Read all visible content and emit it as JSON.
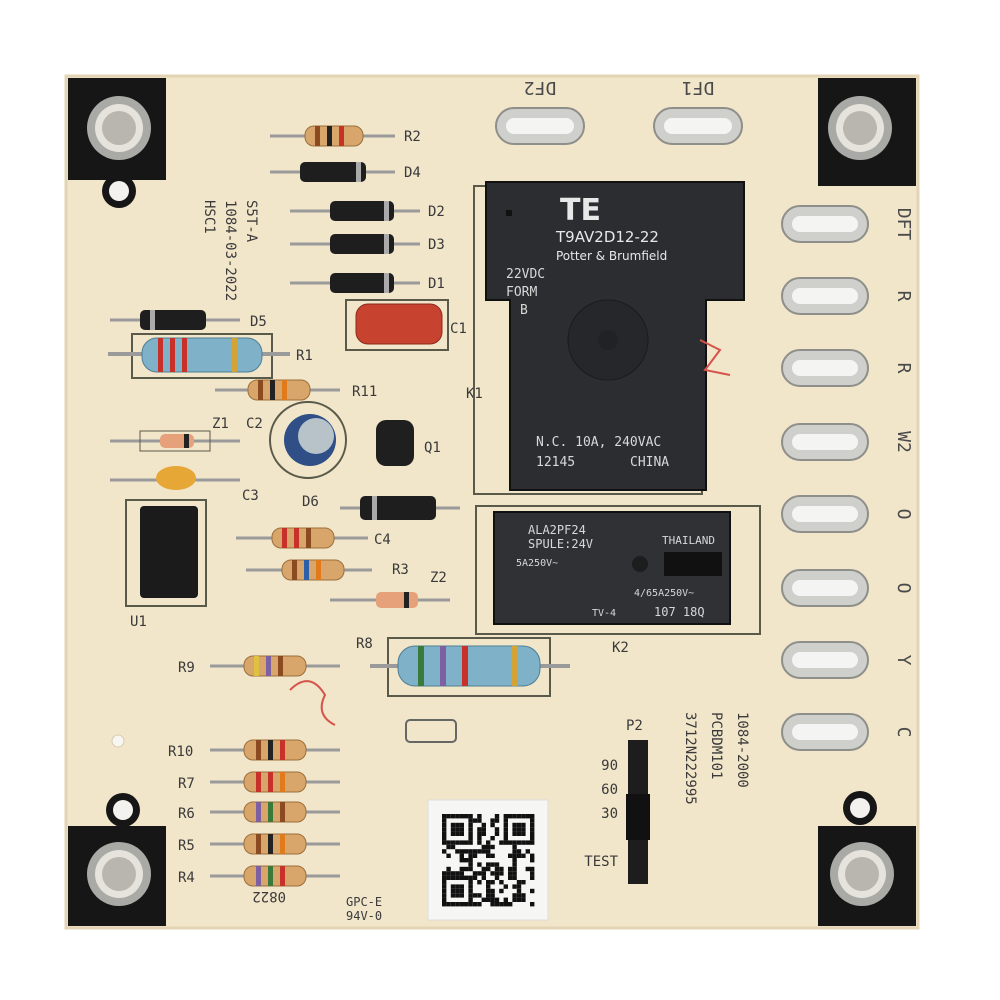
{
  "board": {
    "colors": {
      "pcb": "#f2e6cc",
      "mask_dark": "#161616",
      "relay": "#2b2d30",
      "pin": "#b9bcbe"
    },
    "side_text": [
      "HSC1",
      "1084-03-2022",
      "S5T-A"
    ],
    "right_text": [
      "1084-2000",
      "PCBDM101",
      "3712N222995"
    ],
    "bottom_code": "0822",
    "bottom_note": [
      "GPC-E",
      "94V-0"
    ]
  },
  "terminals": {
    "top": [
      "DF2",
      "DF1"
    ],
    "right": [
      "DFT",
      "R",
      "R",
      "W2",
      "O",
      "O",
      "Y",
      "C"
    ]
  },
  "components": {
    "labels": [
      "R2",
      "D4",
      "D2",
      "D3",
      "D1",
      "D5",
      "R1",
      "C1",
      "R11",
      "Z1",
      "C2",
      "Q1",
      "C3",
      "D6",
      "C4",
      "R3",
      "Z2",
      "U1",
      "R8",
      "R9",
      "R10",
      "R7",
      "R6",
      "R5",
      "R4",
      "K1",
      "K2"
    ]
  },
  "relay_k1": {
    "brand": "TE",
    "model": "T9AV2D12-22",
    "maker": "Potter & Brumfield",
    "voltage": "22VDC",
    "form1": "FORM",
    "form2": "B",
    "rating": "N.C. 10A, 240VAC",
    "code": "12145",
    "origin": "CHINA"
  },
  "relay_k2": {
    "model": "ALA2PF24",
    "spule": "SPULE:24V",
    "origin": "THAILAND",
    "rating1": "5A250V~",
    "rating2": "4/65A250V~",
    "tv": "TV-4",
    "code": "107 18Q"
  },
  "header_p2": {
    "label": "P2",
    "options": [
      "90",
      "60",
      "30",
      "TEST"
    ]
  }
}
